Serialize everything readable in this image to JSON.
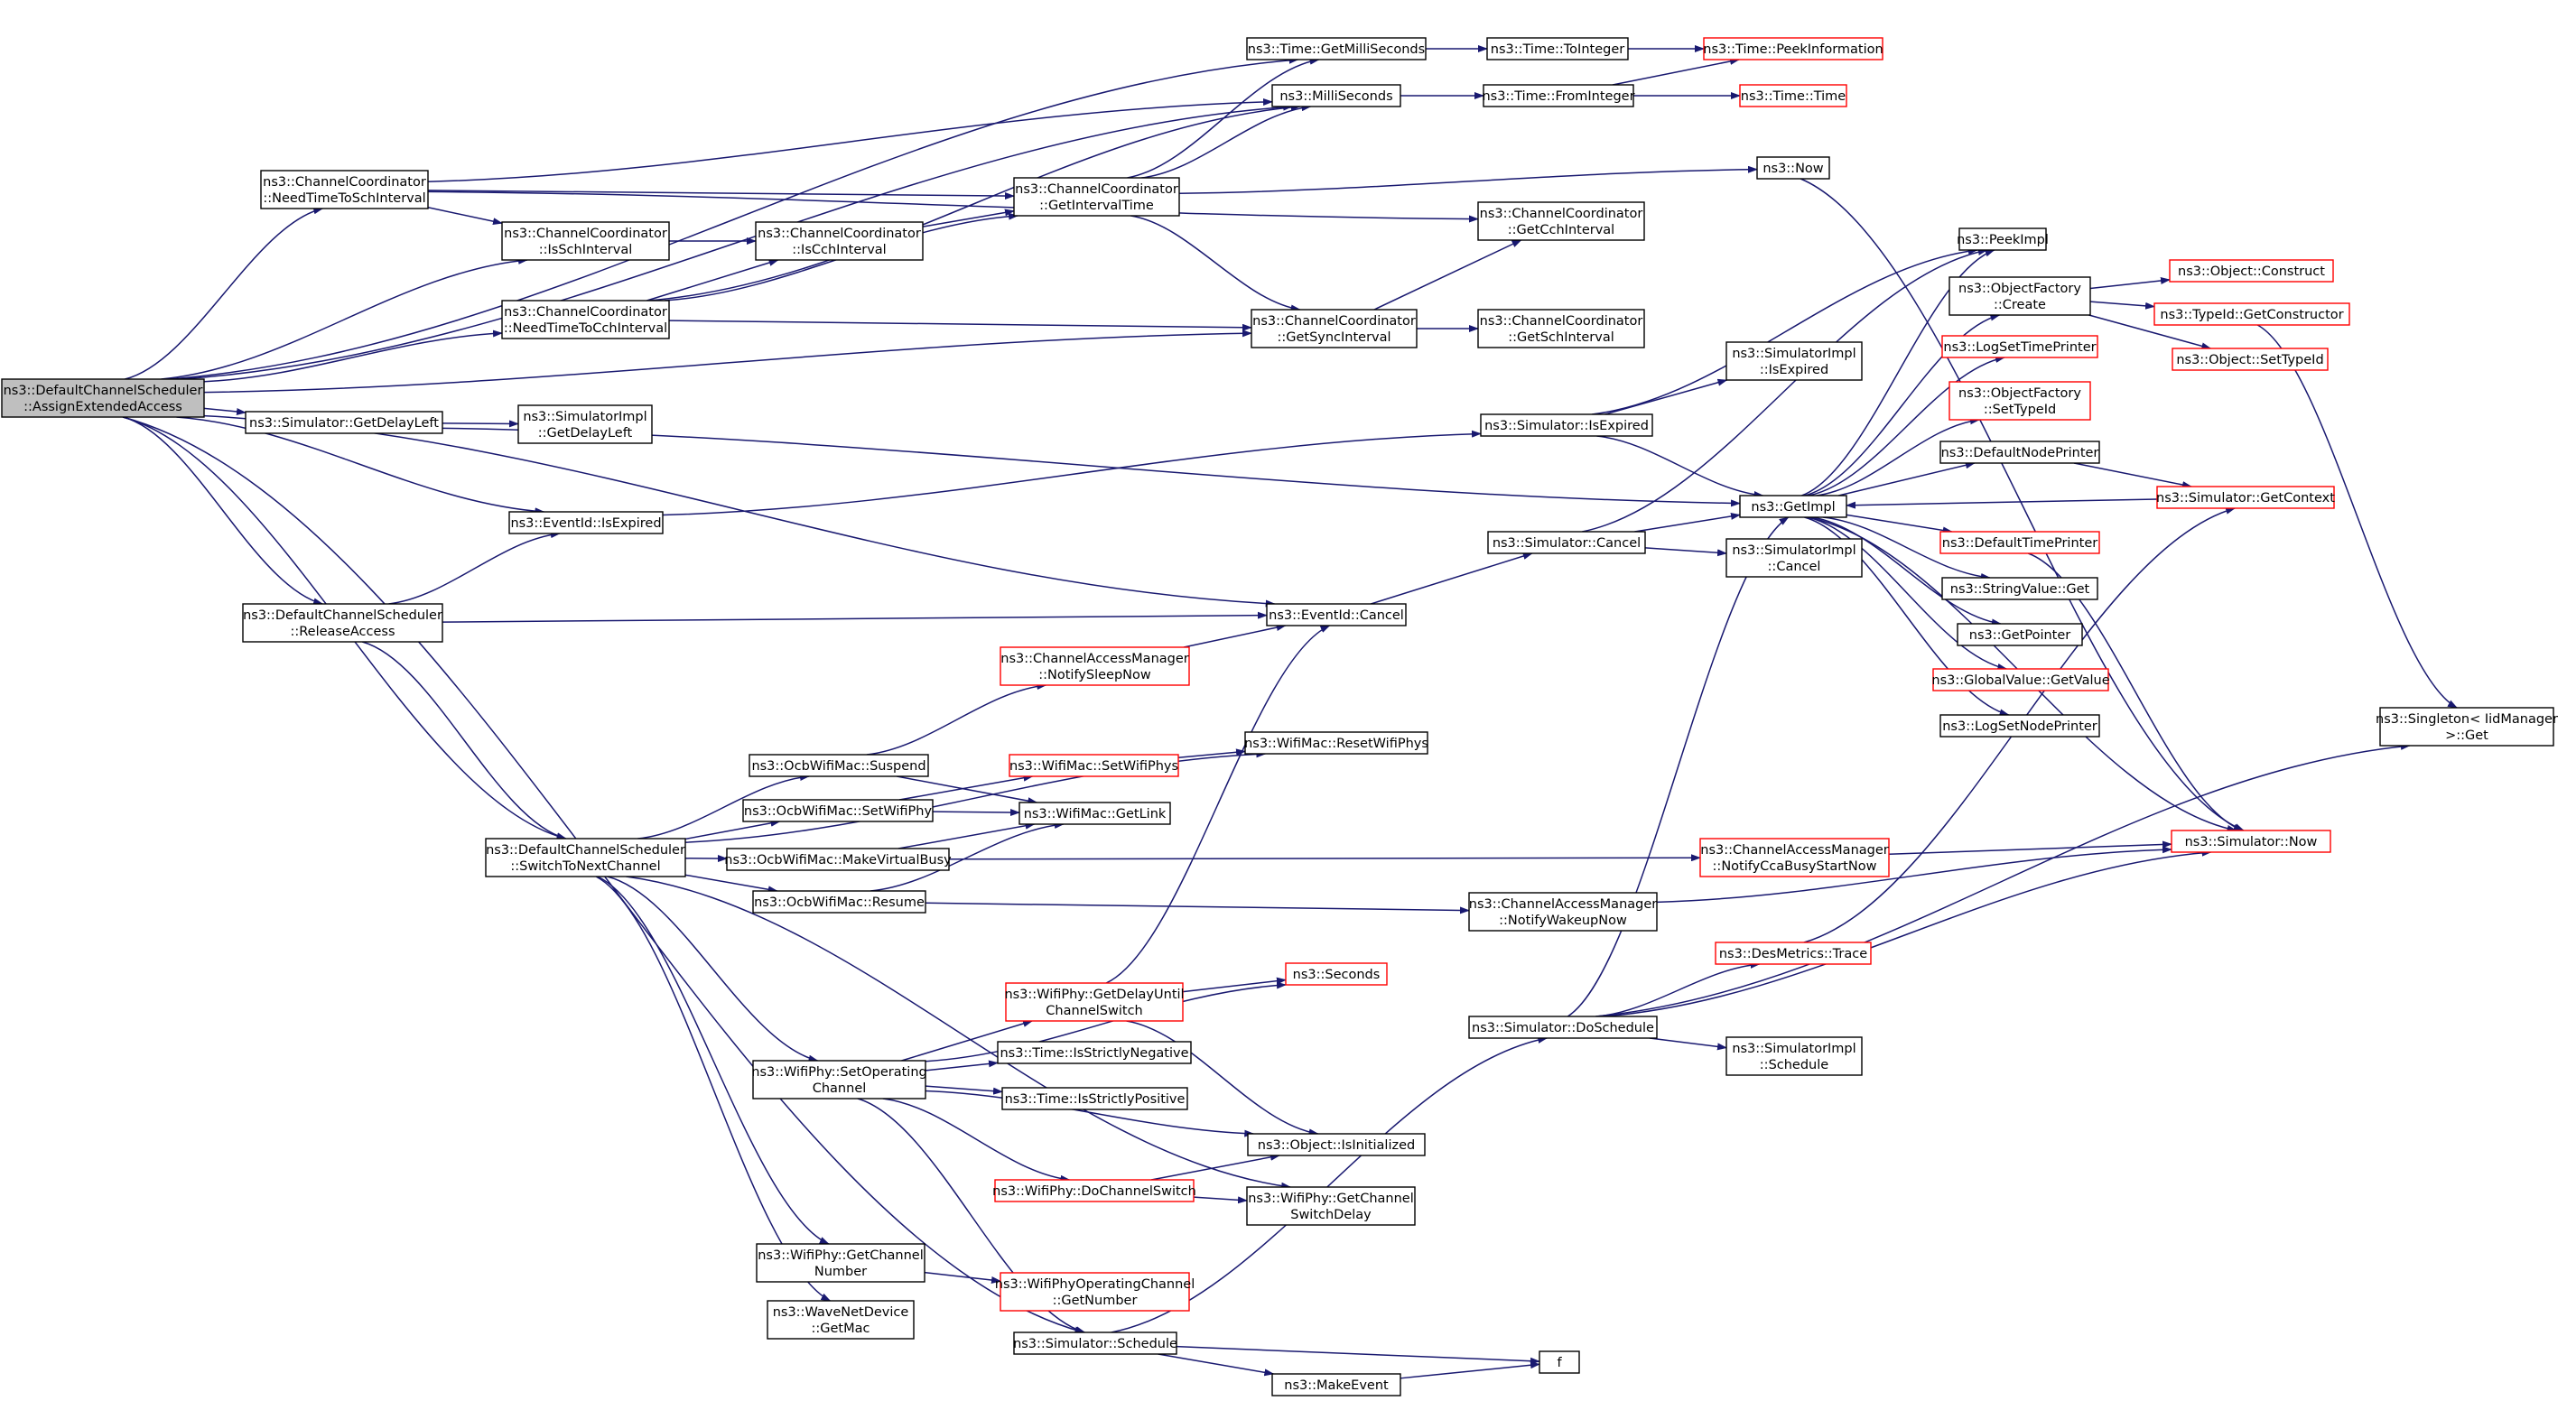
{
  "colors": {
    "edge": "#191970",
    "node_border": "#000000",
    "node_fill": "#ffffff",
    "undocumented_border": "#ff0000",
    "root_fill": "#bfbfbf",
    "text": "#000000"
  },
  "nodes": [
    {
      "id": "root",
      "lines": [
        "ns3::DefaultChannelScheduler",
        "::AssignExtendedAccess"
      ],
      "style": "root"
    },
    {
      "id": "getMilliSeconds",
      "lines": [
        "ns3::Time::GetMilliSeconds"
      ],
      "style": "normal"
    },
    {
      "id": "toInteger",
      "lines": [
        "ns3::Time::ToInteger"
      ],
      "style": "normal"
    },
    {
      "id": "peekInformation",
      "lines": [
        "ns3::Time::PeekInformation"
      ],
      "style": "red"
    },
    {
      "id": "milliSeconds",
      "lines": [
        "ns3::MilliSeconds"
      ],
      "style": "normal"
    },
    {
      "id": "fromInteger",
      "lines": [
        "ns3::Time::FromInteger"
      ],
      "style": "normal"
    },
    {
      "id": "time",
      "lines": [
        "ns3::Time::Time"
      ],
      "style": "red"
    },
    {
      "id": "needTimeToSch",
      "lines": [
        "ns3::ChannelCoordinator",
        "::NeedTimeToSchInterval"
      ],
      "style": "normal"
    },
    {
      "id": "getIntervalTime",
      "lines": [
        "ns3::ChannelCoordinator",
        "::GetIntervalTime"
      ],
      "style": "normal"
    },
    {
      "id": "now",
      "lines": [
        "ns3::Now"
      ],
      "style": "normal"
    },
    {
      "id": "getCchInterval",
      "lines": [
        "ns3::ChannelCoordinator",
        "::GetCchInterval"
      ],
      "style": "normal"
    },
    {
      "id": "isSchInterval",
      "lines": [
        "ns3::ChannelCoordinator",
        "::IsSchInterval"
      ],
      "style": "normal"
    },
    {
      "id": "isCchInterval",
      "lines": [
        "ns3::ChannelCoordinator",
        "::IsCchInterval"
      ],
      "style": "normal"
    },
    {
      "id": "peekImpl",
      "lines": [
        "ns3::PeekImpl"
      ],
      "style": "normal"
    },
    {
      "id": "objectConstruct",
      "lines": [
        "ns3::Object::Construct"
      ],
      "style": "red"
    },
    {
      "id": "objectFactoryCreate",
      "lines": [
        "ns3::ObjectFactory",
        "::Create"
      ],
      "style": "normal"
    },
    {
      "id": "getConstructor",
      "lines": [
        "ns3::TypeId::GetConstructor"
      ],
      "style": "red"
    },
    {
      "id": "needTimeToCch",
      "lines": [
        "ns3::ChannelCoordinator",
        "::NeedTimeToCchInterval"
      ],
      "style": "normal"
    },
    {
      "id": "getSyncInterval",
      "lines": [
        "ns3::ChannelCoordinator",
        "::GetSyncInterval"
      ],
      "style": "normal"
    },
    {
      "id": "getSchInterval",
      "lines": [
        "ns3::ChannelCoordinator",
        "::GetSchInterval"
      ],
      "style": "normal"
    },
    {
      "id": "setTypeIdObj",
      "lines": [
        "ns3::Object::SetTypeId"
      ],
      "style": "red"
    },
    {
      "id": "simImplIsExpired",
      "lines": [
        "ns3::SimulatorImpl",
        "::IsExpired"
      ],
      "style": "normal"
    },
    {
      "id": "logSetTimePrinter",
      "lines": [
        "ns3::LogSetTimePrinter"
      ],
      "style": "red"
    },
    {
      "id": "simGetDelayLeft",
      "lines": [
        "ns3::Simulator::GetDelayLeft"
      ],
      "style": "normal"
    },
    {
      "id": "simImplGetDelayLeft",
      "lines": [
        "ns3::SimulatorImpl",
        "::GetDelayLeft"
      ],
      "style": "normal"
    },
    {
      "id": "simIsExpired",
      "lines": [
        "ns3::Simulator::IsExpired"
      ],
      "style": "normal"
    },
    {
      "id": "ofSetTypeId",
      "lines": [
        "ns3::ObjectFactory",
        "::SetTypeId"
      ],
      "style": "red"
    },
    {
      "id": "defaultNodePrinter",
      "lines": [
        "ns3::DefaultNodePrinter"
      ],
      "style": "normal"
    },
    {
      "id": "getImpl",
      "lines": [
        "ns3::GetImpl"
      ],
      "style": "normal"
    },
    {
      "id": "getContext",
      "lines": [
        "ns3::Simulator::GetContext"
      ],
      "style": "red"
    },
    {
      "id": "eventIdIsExpired",
      "lines": [
        "ns3::EventId::IsExpired"
      ],
      "style": "normal"
    },
    {
      "id": "simCancel",
      "lines": [
        "ns3::Simulator::Cancel"
      ],
      "style": "normal"
    },
    {
      "id": "simImplCancel",
      "lines": [
        "ns3::SimulatorImpl",
        "::Cancel"
      ],
      "style": "normal"
    },
    {
      "id": "defaultTimePrinter",
      "lines": [
        "ns3::DefaultTimePrinter"
      ],
      "style": "red"
    },
    {
      "id": "releaseAccess",
      "lines": [
        "ns3::DefaultChannelScheduler",
        "::ReleaseAccess"
      ],
      "style": "normal"
    },
    {
      "id": "eventIdCancel",
      "lines": [
        "ns3::EventId::Cancel"
      ],
      "style": "normal"
    },
    {
      "id": "stringValueGet",
      "lines": [
        "ns3::StringValue::Get"
      ],
      "style": "normal"
    },
    {
      "id": "getPointer",
      "lines": [
        "ns3::GetPointer"
      ],
      "style": "normal"
    },
    {
      "id": "notifySleepNow",
      "lines": [
        "ns3::ChannelAccessManager",
        "::NotifySleepNow"
      ],
      "style": "red"
    },
    {
      "id": "globalValueGetValue",
      "lines": [
        "ns3::GlobalValue::GetValue"
      ],
      "style": "red"
    },
    {
      "id": "logSetNodePrinter",
      "lines": [
        "ns3::LogSetNodePrinter"
      ],
      "style": "normal"
    },
    {
      "id": "singletonGet",
      "lines": [
        "ns3::Singleton< IidManager",
        ">::Get"
      ],
      "style": "normal"
    },
    {
      "id": "resetWifiPhys",
      "lines": [
        "ns3::WifiMac::ResetWifiPhys"
      ],
      "style": "normal"
    },
    {
      "id": "ocbSuspend",
      "lines": [
        "ns3::OcbWifiMac::Suspend"
      ],
      "style": "normal"
    },
    {
      "id": "setWifiPhys",
      "lines": [
        "ns3::WifiMac::SetWifiPhys"
      ],
      "style": "red"
    },
    {
      "id": "ocbSetWifiPhy",
      "lines": [
        "ns3::OcbWifiMac::SetWifiPhy"
      ],
      "style": "normal"
    },
    {
      "id": "getLink",
      "lines": [
        "ns3::WifiMac::GetLink"
      ],
      "style": "normal"
    },
    {
      "id": "switchToNextChannel",
      "lines": [
        "ns3::DefaultChannelScheduler",
        "::SwitchToNextChannel"
      ],
      "style": "normal"
    },
    {
      "id": "makeVirtualBusy",
      "lines": [
        "ns3::OcbWifiMac::MakeVirtualBusy"
      ],
      "style": "normal"
    },
    {
      "id": "notifyCcaBusy",
      "lines": [
        "ns3::ChannelAccessManager",
        "::NotifyCcaBusyStartNow"
      ],
      "style": "red"
    },
    {
      "id": "simulatorNow",
      "lines": [
        "ns3::Simulator::Now"
      ],
      "style": "red"
    },
    {
      "id": "ocbResume",
      "lines": [
        "ns3::OcbWifiMac::Resume"
      ],
      "style": "normal"
    },
    {
      "id": "notifyWakeupNow",
      "lines": [
        "ns3::ChannelAccessManager",
        "::NotifyWakeupNow"
      ],
      "style": "normal"
    },
    {
      "id": "desMetricsTrace",
      "lines": [
        "ns3::DesMetrics::Trace"
      ],
      "style": "red"
    },
    {
      "id": "getDelayUntilChannelSwitch",
      "lines": [
        "ns3::WifiPhy::GetDelayUntil",
        "ChannelSwitch"
      ],
      "style": "red"
    },
    {
      "id": "seconds",
      "lines": [
        "ns3::Seconds"
      ],
      "style": "red"
    },
    {
      "id": "isStrictlyNegative",
      "lines": [
        "ns3::Time::IsStrictlyNegative"
      ],
      "style": "normal"
    },
    {
      "id": "simDoSchedule",
      "lines": [
        "ns3::Simulator::DoSchedule"
      ],
      "style": "normal"
    },
    {
      "id": "setOperatingChannel",
      "lines": [
        "ns3::WifiPhy::SetOperating",
        "Channel"
      ],
      "style": "normal"
    },
    {
      "id": "simImplSchedule",
      "lines": [
        "ns3::SimulatorImpl",
        "::Schedule"
      ],
      "style": "normal"
    },
    {
      "id": "isStrictlyPositive",
      "lines": [
        "ns3::Time::IsStrictlyPositive"
      ],
      "style": "normal"
    },
    {
      "id": "objectIsInitialized",
      "lines": [
        "ns3::Object::IsInitialized"
      ],
      "style": "normal"
    },
    {
      "id": "doChannelSwitch",
      "lines": [
        "ns3::WifiPhy::DoChannelSwitch"
      ],
      "style": "red"
    },
    {
      "id": "getChannelSwitchDelay",
      "lines": [
        "ns3::WifiPhy::GetChannel",
        "SwitchDelay"
      ],
      "style": "normal"
    },
    {
      "id": "getChannelNumber",
      "lines": [
        "ns3::WifiPhy::GetChannel",
        "Number"
      ],
      "style": "normal"
    },
    {
      "id": "wpocGetNumber",
      "lines": [
        "ns3::WifiPhyOperatingChannel",
        "::GetNumber"
      ],
      "style": "red"
    },
    {
      "id": "waveGetMac",
      "lines": [
        "ns3::WaveNetDevice",
        "::GetMac"
      ],
      "style": "normal"
    },
    {
      "id": "simSchedule",
      "lines": [
        "ns3::Simulator::Schedule"
      ],
      "style": "normal"
    },
    {
      "id": "f",
      "lines": [
        "f"
      ],
      "style": "normal"
    },
    {
      "id": "makeEvent",
      "lines": [
        "ns3::MakeEvent"
      ],
      "style": "normal"
    }
  ],
  "edges": [
    [
      "root",
      "getMilliSeconds"
    ],
    [
      "root",
      "milliSeconds"
    ],
    [
      "root",
      "needTimeToSch"
    ],
    [
      "root",
      "isSchInterval"
    ],
    [
      "root",
      "needTimeToCch"
    ],
    [
      "root",
      "getSyncInterval"
    ],
    [
      "root",
      "simGetDelayLeft"
    ],
    [
      "root",
      "eventIdIsExpired"
    ],
    [
      "root",
      "eventIdCancel"
    ],
    [
      "root",
      "releaseAccess"
    ],
    [
      "root",
      "switchToNextChannel"
    ],
    [
      "root",
      "simSchedule"
    ],
    [
      "getMilliSeconds",
      "toInteger"
    ],
    [
      "toInteger",
      "peekInformation"
    ],
    [
      "milliSeconds",
      "fromInteger"
    ],
    [
      "fromInteger",
      "peekInformation"
    ],
    [
      "fromInteger",
      "time"
    ],
    [
      "needTimeToSch",
      "milliSeconds"
    ],
    [
      "needTimeToSch",
      "getIntervalTime"
    ],
    [
      "needTimeToSch",
      "isSchInterval"
    ],
    [
      "needTimeToSch",
      "getCchInterval"
    ],
    [
      "getIntervalTime",
      "getMilliSeconds"
    ],
    [
      "getIntervalTime",
      "milliSeconds"
    ],
    [
      "getIntervalTime",
      "now"
    ],
    [
      "getIntervalTime",
      "getSyncInterval"
    ],
    [
      "isSchInterval",
      "isCchInterval"
    ],
    [
      "isCchInterval",
      "getIntervalTime"
    ],
    [
      "needTimeToCch",
      "isCchInterval"
    ],
    [
      "needTimeToCch",
      "getIntervalTime"
    ],
    [
      "needTimeToCch",
      "milliSeconds"
    ],
    [
      "needTimeToCch",
      "getSyncInterval"
    ],
    [
      "getSyncInterval",
      "getCchInterval"
    ],
    [
      "getSyncInterval",
      "getSchInterval"
    ],
    [
      "now",
      "simulatorNow"
    ],
    [
      "objectFactoryCreate",
      "objectConstruct"
    ],
    [
      "objectFactoryCreate",
      "getConstructor"
    ],
    [
      "objectFactoryCreate",
      "setTypeIdObj"
    ],
    [
      "getConstructor",
      "singletonGet"
    ],
    [
      "simGetDelayLeft",
      "simImplGetDelayLeft"
    ],
    [
      "simGetDelayLeft",
      "getImpl"
    ],
    [
      "eventIdIsExpired",
      "simIsExpired"
    ],
    [
      "simIsExpired",
      "simImplIsExpired"
    ],
    [
      "simIsExpired",
      "peekImpl"
    ],
    [
      "simIsExpired",
      "getImpl"
    ],
    [
      "getImpl",
      "peekImpl"
    ],
    [
      "getImpl",
      "objectFactoryCreate"
    ],
    [
      "getImpl",
      "logSetTimePrinter"
    ],
    [
      "getImpl",
      "ofSetTypeId"
    ],
    [
      "getImpl",
      "defaultNodePrinter"
    ],
    [
      "getImpl",
      "defaultTimePrinter"
    ],
    [
      "getImpl",
      "stringValueGet"
    ],
    [
      "getImpl",
      "getPointer"
    ],
    [
      "getImpl",
      "globalValueGetValue"
    ],
    [
      "getImpl",
      "logSetNodePrinter"
    ],
    [
      "getImpl",
      "simulatorNow"
    ],
    [
      "defaultNodePrinter",
      "getContext"
    ],
    [
      "getContext",
      "getImpl"
    ],
    [
      "defaultTimePrinter",
      "simulatorNow"
    ],
    [
      "simCancel",
      "getImpl"
    ],
    [
      "simCancel",
      "simImplCancel"
    ],
    [
      "simCancel",
      "peekImpl"
    ],
    [
      "eventIdCancel",
      "simCancel"
    ],
    [
      "releaseAccess",
      "eventIdIsExpired"
    ],
    [
      "releaseAccess",
      "eventIdCancel"
    ],
    [
      "releaseAccess",
      "switchToNextChannel"
    ],
    [
      "notifySleepNow",
      "eventIdCancel"
    ],
    [
      "switchToNextChannel",
      "resetWifiPhys"
    ],
    [
      "switchToNextChannel",
      "ocbSuspend"
    ],
    [
      "switchToNextChannel",
      "ocbSetWifiPhy"
    ],
    [
      "switchToNextChannel",
      "makeVirtualBusy"
    ],
    [
      "switchToNextChannel",
      "ocbResume"
    ],
    [
      "switchToNextChannel",
      "setOperatingChannel"
    ],
    [
      "switchToNextChannel",
      "getChannelSwitchDelay"
    ],
    [
      "switchToNextChannel",
      "getChannelNumber"
    ],
    [
      "switchToNextChannel",
      "waveGetMac"
    ],
    [
      "ocbSuspend",
      "notifySleepNow"
    ],
    [
      "ocbSuspend",
      "getLink"
    ],
    [
      "ocbSetWifiPhy",
      "setWifiPhys"
    ],
    [
      "ocbSetWifiPhy",
      "getLink"
    ],
    [
      "setWifiPhys",
      "resetWifiPhys"
    ],
    [
      "makeVirtualBusy",
      "getLink"
    ],
    [
      "makeVirtualBusy",
      "notifyCcaBusy"
    ],
    [
      "notifyCcaBusy",
      "simulatorNow"
    ],
    [
      "ocbResume",
      "getLink"
    ],
    [
      "ocbResume",
      "notifyWakeupNow"
    ],
    [
      "notifyWakeupNow",
      "simulatorNow"
    ],
    [
      "desMetricsTrace",
      "getContext"
    ],
    [
      "simDoSchedule",
      "desMetricsTrace"
    ],
    [
      "simDoSchedule",
      "simulatorNow"
    ],
    [
      "simDoSchedule",
      "getImpl"
    ],
    [
      "simDoSchedule",
      "simImplSchedule"
    ],
    [
      "simDoSchedule",
      "singletonGet"
    ],
    [
      "setOperatingChannel",
      "seconds"
    ],
    [
      "setOperatingChannel",
      "getDelayUntilChannelSwitch"
    ],
    [
      "setOperatingChannel",
      "isStrictlyNegative"
    ],
    [
      "setOperatingChannel",
      "isStrictlyPositive"
    ],
    [
      "setOperatingChannel",
      "objectIsInitialized"
    ],
    [
      "setOperatingChannel",
      "doChannelSwitch"
    ],
    [
      "setOperatingChannel",
      "simSchedule"
    ],
    [
      "getDelayUntilChannelSwitch",
      "seconds"
    ],
    [
      "getDelayUntilChannelSwitch",
      "eventIdCancel"
    ],
    [
      "getDelayUntilChannelSwitch",
      "objectIsInitialized"
    ],
    [
      "doChannelSwitch",
      "objectIsInitialized"
    ],
    [
      "doChannelSwitch",
      "getChannelSwitchDelay"
    ],
    [
      "getChannelNumber",
      "wpocGetNumber"
    ],
    [
      "simSchedule",
      "simDoSchedule"
    ],
    [
      "simSchedule",
      "f"
    ],
    [
      "simSchedule",
      "makeEvent"
    ],
    [
      "makeEvent",
      "f"
    ]
  ]
}
